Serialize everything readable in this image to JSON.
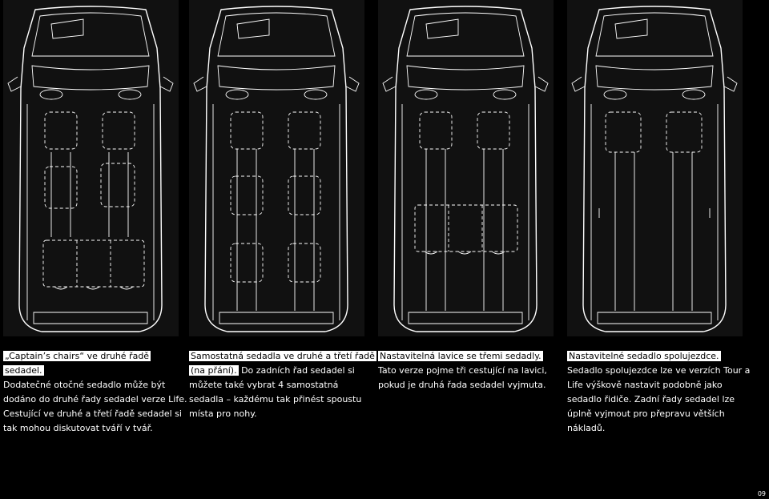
{
  "panels": [
    {
      "title": "„Captain’s chairs“ ve druhé řadě sedadel.",
      "body": "Dodatečné otočné sedadlo může být dodáno do druhé řady sedadel verze Life. Cestující ve druhé a třetí řadě sedadel si tak mohou diskutovat tváří v tvář."
    },
    {
      "title": "Samostatná sedadla ve druhé a třetí řadě (na přání).",
      "body": "Do zadních řad sedadel si můžete také vybrat 4 samostatná sedadla – každému tak přinést spoustu místa pro nohy."
    },
    {
      "title": "Nastavitelná lavice se třemi sedadly.",
      "body": "Tato verze pojme tři cestující na lavici, pokud je druhá řada sedadel vyjmuta."
    },
    {
      "title": "Nastavitelné sedadlo spolujezdce.",
      "body": "Sedadlo spolujezdce lze ve verzích Tour a Life výškově nastavit podobně jako sedadlo řidiče. Zadní řady sedadel lze úplně vyjmout pro přepravu větších nákladů."
    }
  ],
  "page_number": "09"
}
